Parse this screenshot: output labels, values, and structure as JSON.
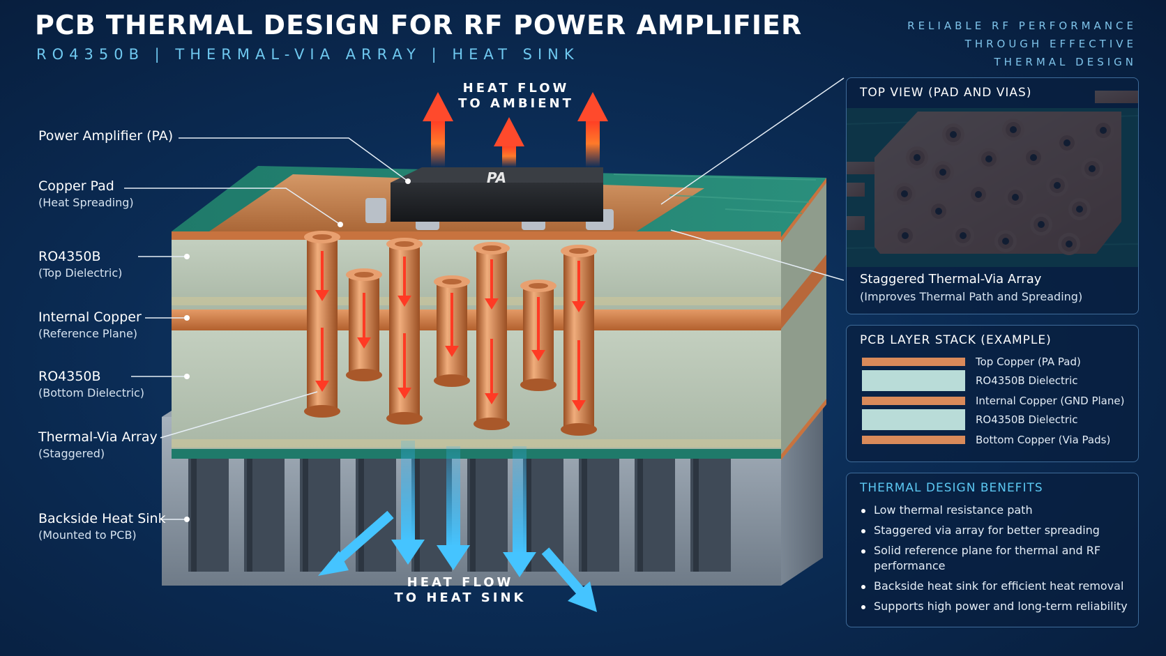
{
  "header": {
    "title": "PCB THERMAL DESIGN FOR RF POWER AMPLIFIER",
    "subtitle": "RO4350B   |   THERMAL-VIA ARRAY   |   HEAT SINK",
    "tagline": [
      "RELIABLE RF PERFORMANCE",
      "THROUGH EFFECTIVE",
      "THERMAL DESIGN"
    ]
  },
  "diagram": {
    "pa_chip_label": "PA",
    "heat_flow_top": [
      "HEAT FLOW",
      "TO AMBIENT"
    ],
    "heat_flow_bottom": [
      "HEAT FLOW",
      "TO HEAT SINK"
    ],
    "colors": {
      "copper": "#c8733f",
      "dielectric": "#b8c6b4",
      "solder_mask": "#1f7a6a",
      "heat_up": "#ff4a2c",
      "heat_down": "#2fb4f2",
      "heat_sink": "#8793a0"
    },
    "labels": [
      {
        "main": "Power Amplifier (PA)",
        "sub": ""
      },
      {
        "main": "Copper Pad",
        "sub": "(Heat Spreading)"
      },
      {
        "main": "RO4350B",
        "sub": "(Top Dielectric)"
      },
      {
        "main": "Internal Copper",
        "sub": "(Reference Plane)"
      },
      {
        "main": "RO4350B",
        "sub": "(Bottom Dielectric)"
      },
      {
        "main": "Thermal-Via Array",
        "sub": "(Staggered)"
      },
      {
        "main": "Backside Heat Sink",
        "sub": "(Mounted to PCB)"
      }
    ]
  },
  "top_view": {
    "title": "TOP VIEW (PAD AND VIAS)",
    "caption": "Staggered Thermal-Via Array",
    "caption_sub": "(Improves Thermal Path and Spreading)"
  },
  "layer_stack": {
    "title": "PCB LAYER STACK (EXAMPLE)",
    "layers": [
      {
        "label": "Top Copper (PA Pad)",
        "color": "#d98a5a"
      },
      {
        "label": "RO4350B Dielectric",
        "color": "#b9dcd8"
      },
      {
        "label": "Internal Copper (GND Plane)",
        "color": "#d98a5a"
      },
      {
        "label": "RO4350B Dielectric",
        "color": "#b9dcd8"
      },
      {
        "label": "Bottom Copper (Via Pads)",
        "color": "#d98a5a"
      }
    ]
  },
  "benefits": {
    "title": "THERMAL DESIGN BENEFITS",
    "items": [
      "Low thermal resistance path",
      "Staggered via array for better spreading",
      "Solid reference plane for thermal and RF performance",
      "Backside heat sink for efficient heat removal",
      "Supports high power and long-term reliability"
    ]
  }
}
